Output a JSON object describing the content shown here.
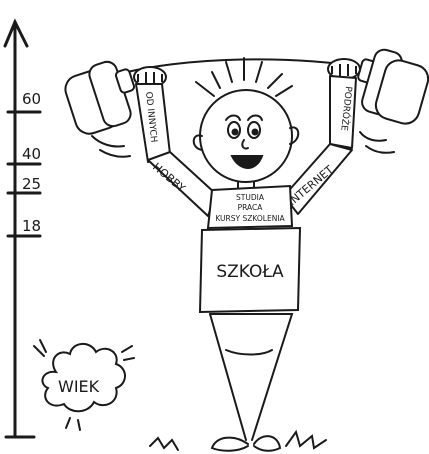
{
  "axis": {
    "ticks": [
      "60",
      "40",
      "25",
      "18"
    ],
    "label": "WIEK"
  },
  "arms": {
    "left_upper": "OD INNYCH",
    "left_lower": "HOBBY",
    "right_upper": "PODRÓŻE",
    "right_lower": "INTERNET"
  },
  "shirt": {
    "line1": "STUDIA",
    "line2": "PRACA",
    "line3": "KURSY SZKOLENIA"
  },
  "body_label": "SZKOŁA",
  "colors": {
    "ink": "#1a1a1a",
    "weight_fill": "#ffffff",
    "background": "#ffffff"
  }
}
